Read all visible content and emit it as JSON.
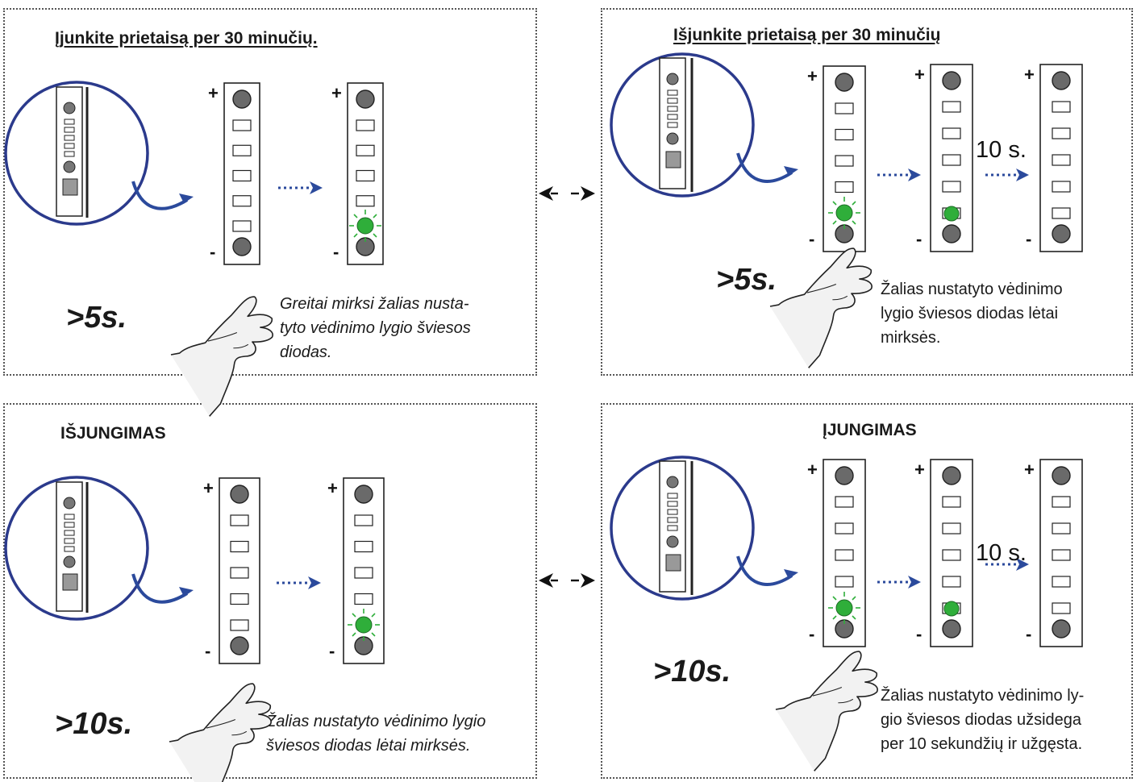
{
  "panels": [
    {
      "title": "Įjunkite prietaisą per 30 minučių.",
      "press_time": ">5s.",
      "description_lines": [
        "Greitai mirksi žalias nusta-",
        "tyto vėdinimo lygio šviesos",
        "diodas."
      ]
    },
    {
      "title": "Išjunkite prietaisą per 30 minučių",
      "press_time": ">5s.",
      "delay": "10 s.",
      "description_lines": [
        "Žalias nustatyto vėdinimo",
        "lygio šviesos diodas lėtai",
        "mirksės."
      ]
    },
    {
      "title": "IŠJUNGIMAS",
      "press_time": ">10s.",
      "description_lines": [
        "Žalias nustatyto vėdinimo lygio",
        "šviesos diodas lėtai mirksės."
      ]
    },
    {
      "title": "ĮJUNGIMAS",
      "press_time": ">10s.",
      "delay": "10 s.",
      "description_lines": [
        "Žalias nustatyto vėdinimo ly-",
        "gio šviesos diodas užsidega",
        "per 10 sekundžių ir užgęsta."
      ]
    }
  ],
  "control_panel": {
    "plus_label": "+",
    "minus_label": "-"
  },
  "colors": {
    "led_green": "#2fae3a",
    "button_grey": "#6a6a6a",
    "arrow_blue": "#2b4a9c",
    "border": "#555555"
  },
  "icons": [
    "hand-pointer-icon",
    "zoom-circle-icon",
    "curved-arrow-icon",
    "dotted-arrow-icon",
    "double-arrow-icon"
  ]
}
